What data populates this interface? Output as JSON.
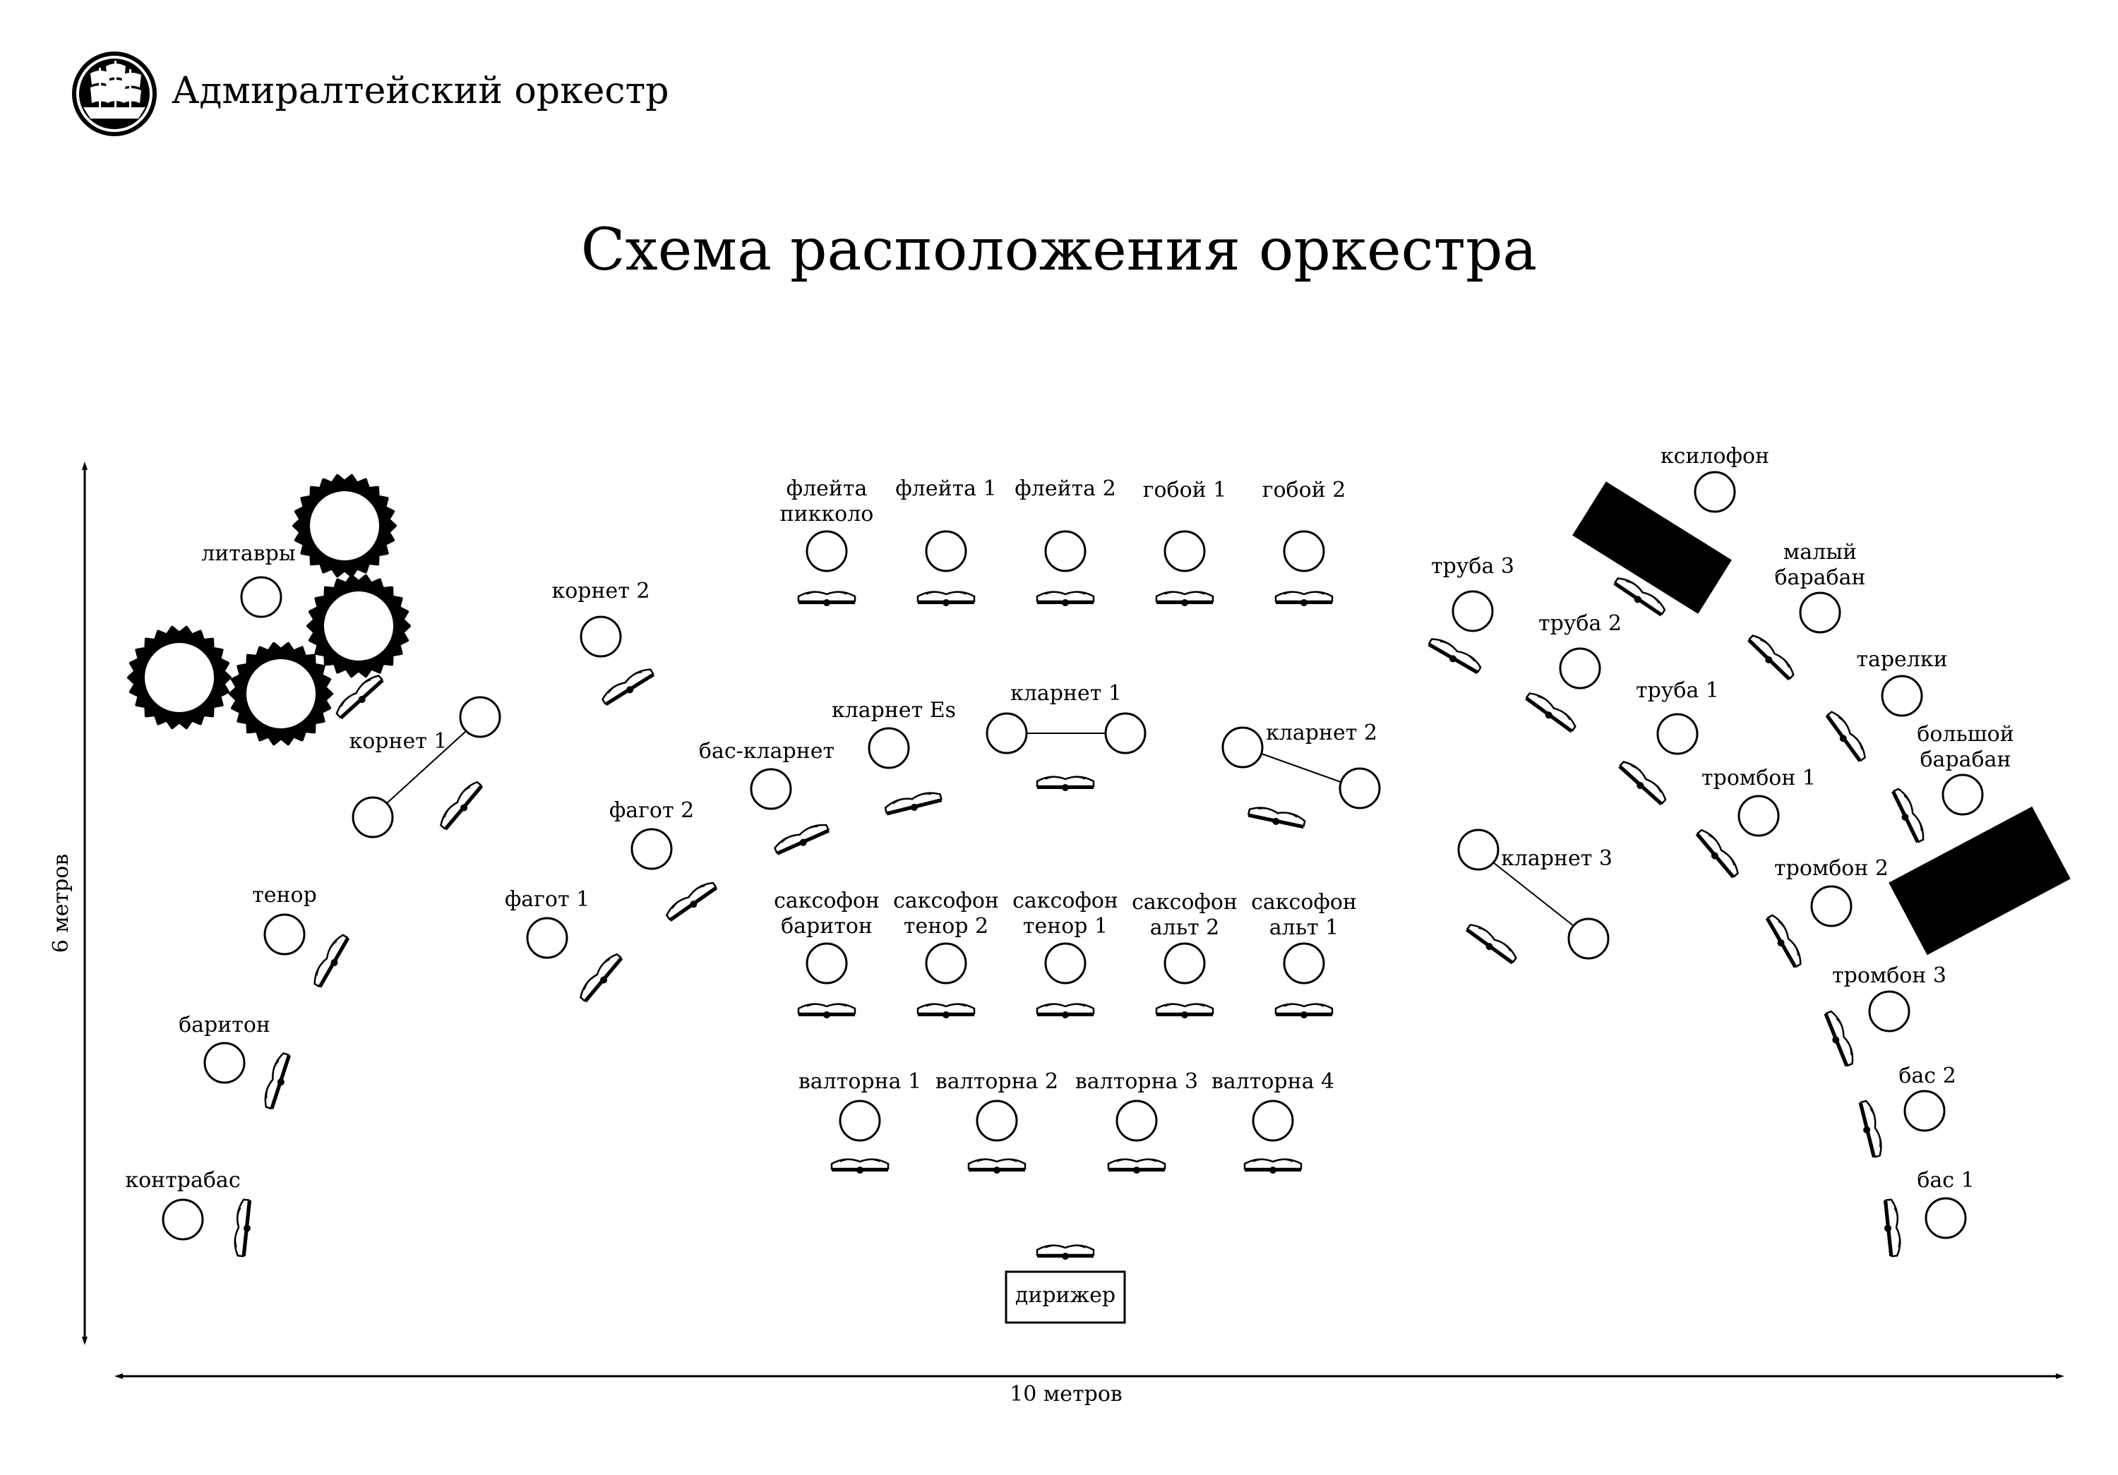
{
  "header": {
    "brand_name": "Адмиралтейский оркестр",
    "title": "Схема расположения оркестра"
  },
  "dimensions": {
    "height_label": "6 метров",
    "width_label": "10 метров"
  },
  "conductor": {
    "label": "дирижер"
  },
  "instruments": {
    "litavry": "литавры",
    "kornet2": "корнет 2",
    "kornet1": "корнет 1",
    "tenor": "тенор",
    "bariton": "баритон",
    "kontrabas": "контрабас",
    "fagot1": "фагот 1",
    "fagot2": "фагот 2",
    "bas_klarnet": "бас-кларнет",
    "klarnet_es": "кларнет Es",
    "klarnet1": "кларнет 1",
    "klarnet2": "кларнет 2",
    "klarnet3": "кларнет 3",
    "fleyta_pikkolo": [
      "флейта",
      "пикколо"
    ],
    "fleyta1": "флейта 1",
    "fleyta2": "флейта 2",
    "goboy1": "гобой 1",
    "goboy2": "гобой 2",
    "sax_bariton": [
      "саксофон",
      "баритон"
    ],
    "sax_tenor2": [
      "саксофон",
      "тенор 2"
    ],
    "sax_tenor1": [
      "саксофон",
      "тенор 1"
    ],
    "sax_alt2": [
      "саксофон",
      "альт 2"
    ],
    "sax_alt1": [
      "саксофон",
      "альт 1"
    ],
    "valtorna1": "валторна 1",
    "valtorna2": "валторна 2",
    "valtorna3": "валторна 3",
    "valtorna4": "валторна 4",
    "truba3": "труба 3",
    "truba2": "труба 2",
    "truba1": "труба 1",
    "trombon1": "тромбон 1",
    "trombon2": "тромбон 2",
    "trombon3": "тромбон 3",
    "ksilofon": "ксилофон",
    "malyy_baraban": [
      "малый",
      "барабан"
    ],
    "tarelki": "тарелки",
    "bolshoy_baraban": [
      "большой",
      "барабан"
    ],
    "bas2": "бас 2",
    "bas1": "бас 1"
  }
}
